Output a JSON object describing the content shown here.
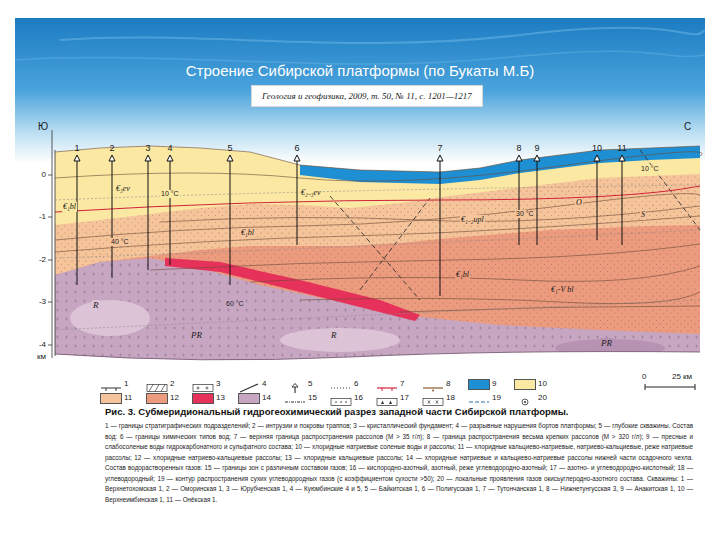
{
  "diagram": {
    "title": "Строение Сибирской платформы (по Букаты М.Б)",
    "caption": "Рис. 3. Субмеридиональный гидрогеохимический разрез западной части Сибирской платформы.",
    "nodes": [
      {
        "text": [
          "Геология и геофизика, 2009, т. 50, № 11, с. 1201—1217"
        ]
      }
    ],
    "labels": [
      "Ю",
      "С",
      "1",
      "2",
      "3",
      "4",
      "5",
      "6",
      "7",
      "8",
      "9",
      "10",
      "11",
      "0",
      "-1",
      "-2",
      "-3",
      "-4",
      "км",
      "€₃ev",
      "€₁bl",
      "€₂₋₃ev",
      "€₁bl",
      "€₁₋₂upl",
      "€₁bl",
      "€₁-V bl",
      "O",
      "S",
      "R",
      "PR",
      "R",
      "PR",
      "10 °C",
      "10 °C",
      "30 °C",
      "40 °C",
      "60 °C",
      "0",
      "25 км",
      "1 — границы стратиграфических подразделений; 2 — интрузии и покровы траппов; 3 — кристаллический фундамент; 4 — разрывные нарушения бортов платформы; 5 — глубокие скважины. Состав вод: 6 — границы химических типов вод; 7 — верхняя граница распространения рассолов (M > 35 г/л); 8 — граница распространения весьма крепких рассолов (M > 320 г/л); 9 — пресные и слабосоленые воды гидрокарбонатного и сульфатного состава; 10 — хлоридные натриевые соленые воды и рассолы; 11 — хлоридные кальциево-натриевые, натриево-кальциевые, реже натриевые рассолы; 12 — хлоридные натриево-кальциевые рассолы; 13 — хлоридные кальциевые рассолы; 14 — хлоридные натриевые и кальциево-натриевые рассолы нижней части осадочного чехла. Состав водорастворенных газов: 15 — границы зон с различным составом газов; 16 — кислородно-азотный, азотный, реже углеводородно-азотный; 17 — азотно- и углеводородно-кислотный; 18 — углеводородный; 19 — контур распространения сухих углеводородных газов (с коэффициентом сухости >50); 20 — локальные проявления газов окисьуглеродно-азотного состава. Скважины: 1 — Верхнетохомская 1, 2 — Оморинская 1, 3 — Юрубченская 1, 4 — Куюмбинские 4 и 5, 5 — Байкитская 1, 6 — Полигусская 1, 7 — Тутончанская 1, 8 — Нижнетунгусская 3, 9 — Анакитская 1, 10 — Верхнеимбинская 1, 11 — Онёкская 1."
    ],
    "legend": [
      {
        "text": "1"
      },
      {
        "text": "2"
      },
      {
        "text": "3"
      },
      {
        "text": "4"
      },
      {
        "text": "5"
      },
      {
        "text": "6"
      },
      {
        "text": "7"
      },
      {
        "text": "8"
      },
      {
        "text": "9",
        "color": "#1e8fd3"
      },
      {
        "text": "10",
        "color": "#fbe8a3"
      },
      {
        "text": "11",
        "color": "#f6c49a"
      },
      {
        "text": "12",
        "color": "#ec9b7e"
      },
      {
        "text": "13",
        "color": "#e6325a"
      },
      {
        "text": "14",
        "color": "#c7a6c2"
      },
      {
        "text": "15"
      },
      {
        "text": "16"
      },
      {
        "text": "17"
      },
      {
        "text": "18"
      },
      {
        "text": "19"
      },
      {
        "text": "20"
      }
    ]
  }
}
